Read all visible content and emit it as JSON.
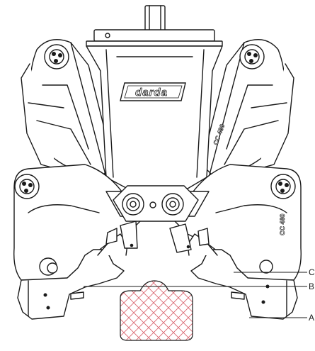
{
  "brand": {
    "logo_text": "darda",
    "model_text": "CC 480"
  },
  "callouts": [
    {
      "label": "C"
    },
    {
      "label": "B"
    },
    {
      "label": "A"
    }
  ],
  "colors": {
    "line": "#1a1a1a",
    "hatch": "#d9606b",
    "fill": "#ffffff"
  }
}
